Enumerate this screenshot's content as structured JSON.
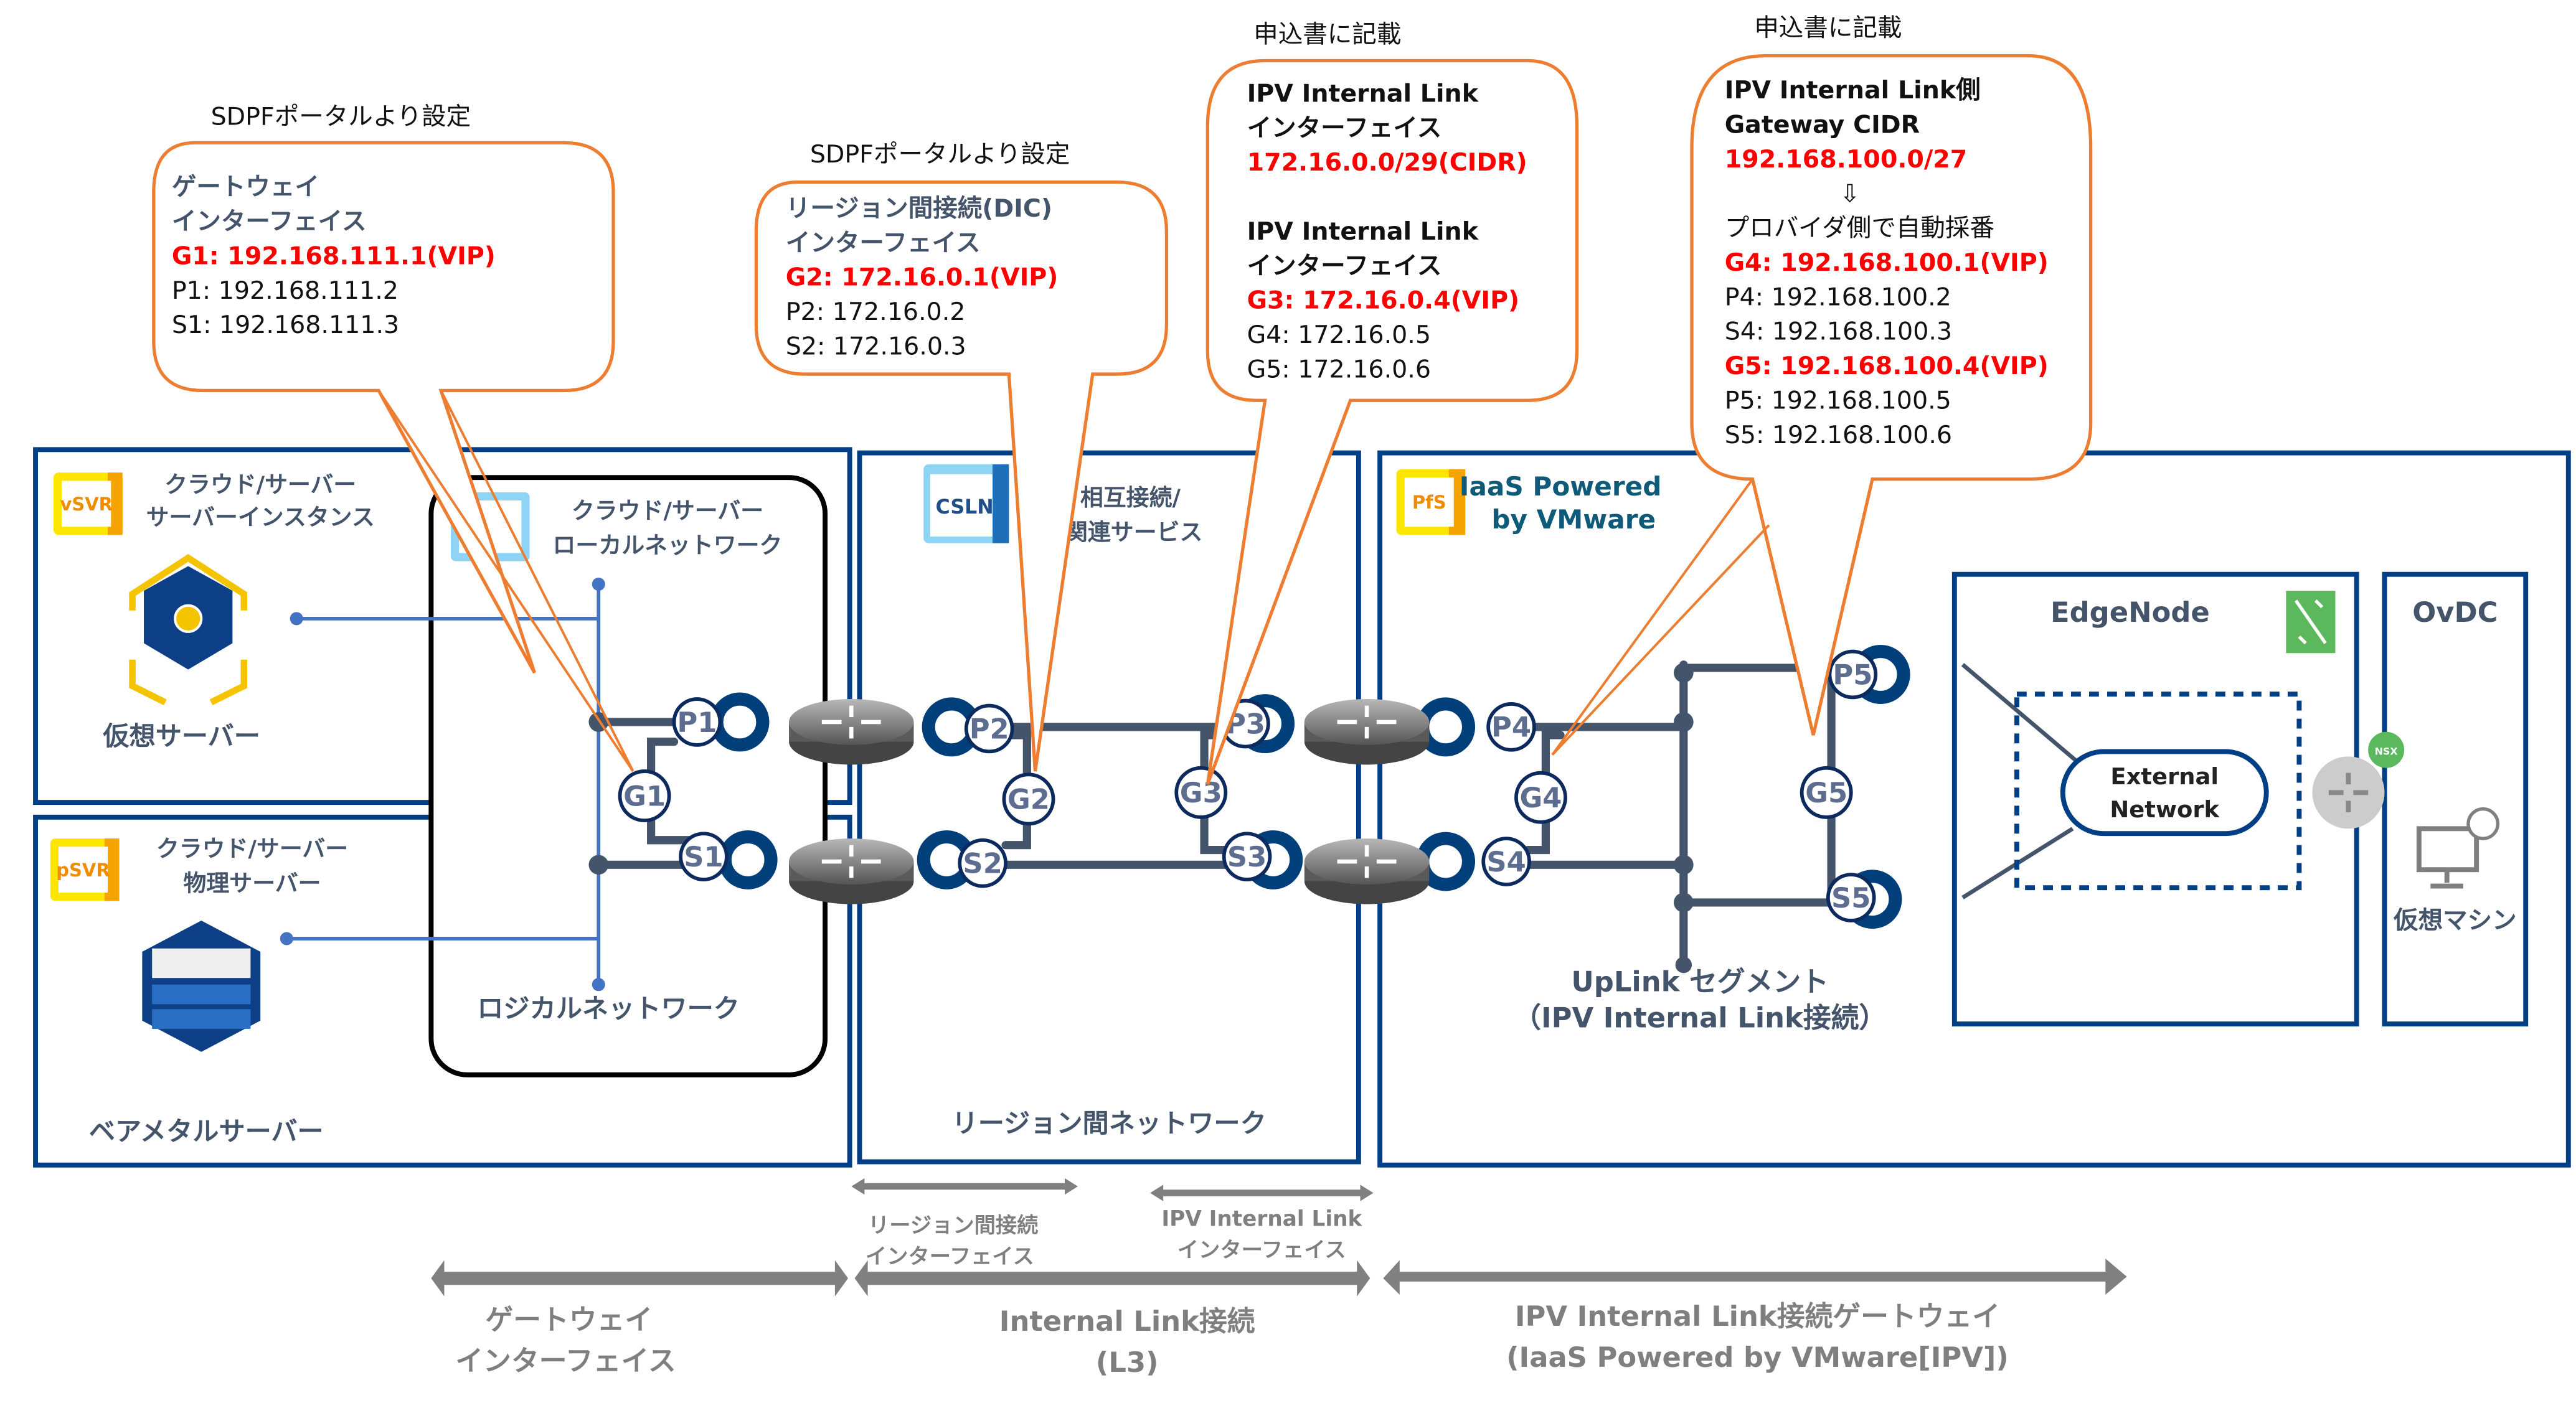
{
  "callouts": [
    {
      "caption": "SDPFポータルより設定",
      "lines": [
        {
          "text": "ゲートウェイ",
          "style": "slate"
        },
        {
          "text": "インターフェイス",
          "style": "slate"
        },
        {
          "text": "G1: 192.168.111.1(VIP)",
          "style": "red"
        },
        {
          "text": "P1: 192.168.111.2",
          "style": "plain"
        },
        {
          "text": "S1: 192.168.111.3",
          "style": "plain"
        }
      ]
    },
    {
      "caption": "SDPFポータルより設定",
      "lines": [
        {
          "text": "リージョン間接続(DIC)",
          "style": "slate"
        },
        {
          "text": "インターフェイス",
          "style": "slate"
        },
        {
          "text": "G2: 172.16.0.1(VIP)",
          "style": "red"
        },
        {
          "text": "P2: 172.16.0.2",
          "style": "plain"
        },
        {
          "text": "S2: 172.16.0.3",
          "style": "plain"
        }
      ]
    },
    {
      "caption": "申込書に記載",
      "lines": [
        {
          "text": "IPV Internal Link",
          "style": "bold"
        },
        {
          "text": "インターフェイス",
          "style": "bold"
        },
        {
          "text": "172.16.0.0/29(CIDR)",
          "style": "red"
        },
        {
          "text": "",
          "style": "plain"
        },
        {
          "text": "IPV Internal Link",
          "style": "bold"
        },
        {
          "text": "インターフェイス",
          "style": "bold"
        },
        {
          "text": "G3: 172.16.0.4(VIP)",
          "style": "red"
        },
        {
          "text": "G4: 172.16.0.5",
          "style": "plain"
        },
        {
          "text": "G5: 172.16.0.6",
          "style": "plain"
        }
      ]
    },
    {
      "caption": "申込書に記載",
      "lines": [
        {
          "text": "IPV Internal Link側",
          "style": "bold"
        },
        {
          "text": "Gateway CIDR",
          "style": "bold"
        },
        {
          "text": "192.168.100.0/27",
          "style": "red"
        },
        {
          "text": "⇩",
          "style": "arrow"
        },
        {
          "text": "プロバイダ側で自動採番",
          "style": "plain"
        },
        {
          "text": "G4: 192.168.100.1(VIP)",
          "style": "red"
        },
        {
          "text": "P4: 192.168.100.2",
          "style": "plain"
        },
        {
          "text": "S4: 192.168.100.3",
          "style": "plain"
        },
        {
          "text": "G5: 192.168.100.4(VIP)",
          "style": "red"
        },
        {
          "text": "P5: 192.168.100.5",
          "style": "plain"
        },
        {
          "text": "S5: 192.168.100.6",
          "style": "plain"
        }
      ]
    }
  ],
  "zones": {
    "vsvr": {
      "badge": "vSVR",
      "title1": "クラウド/サーバー",
      "title2": "サーバーインスタンス",
      "label": "仮想サーバー"
    },
    "psvr": {
      "badge": "pSVR",
      "title1": "クラウド/サーバー",
      "title2": "物理サーバー",
      "label": "ベアメタルサーバー"
    },
    "local": {
      "title1": "クラウド/サーバー",
      "title2": "ローカルネットワーク",
      "label": "ロジカルネットワーク"
    },
    "csln": {
      "badge": "CSLN",
      "title1": "相互接続/",
      "title2": "関連サービス",
      "label": "リージョン間ネットワーク"
    },
    "pfs": {
      "badge": "PfS",
      "title1": "IaaS Powered",
      "title2": "by VMware",
      "uplink1": "UpLink セグメント",
      "uplink2": "（IPV Internal Link接続）"
    },
    "edge": {
      "title": "EdgeNode",
      "ext1": "External",
      "ext2": "Network",
      "nsx": "NSX"
    },
    "ovdc": {
      "title": "OvDC",
      "label": "仮想マシン"
    }
  },
  "nodes": {
    "G1": "G1",
    "P1": "P1",
    "S1": "S1",
    "G2": "G2",
    "P2": "P2",
    "S2": "S2",
    "G3": "G3",
    "P3": "P3",
    "S3": "S3",
    "G4": "G4",
    "P4": "P4",
    "S4": "S4",
    "G5": "G5",
    "P5": "P5",
    "S5": "S5"
  },
  "spans": {
    "small1": [
      "リージョン間接続",
      "インターフェイス"
    ],
    "small2": [
      "IPV Internal Link",
      "インターフェイス"
    ],
    "big1": [
      "ゲートウェイ",
      "インターフェイス"
    ],
    "big2": [
      "Internal Link接続",
      "(L3)"
    ],
    "big3": [
      "IPV Internal Link接続ゲートウェイ",
      "(IaaS Powered by VMware[IPV])"
    ]
  }
}
